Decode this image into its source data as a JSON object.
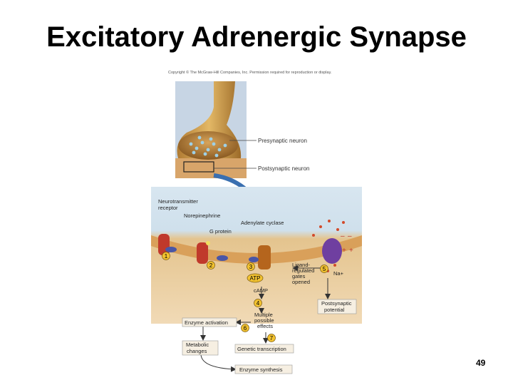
{
  "slide": {
    "title": "Excitatory Adrenergic Synapse",
    "page_number": "49"
  },
  "figure": {
    "copyright": "Copyright © The McGraw-Hill Companies, Inc. Permission required for reproduction or display.",
    "inset_labels": {
      "presynaptic": "Presynaptic neuron",
      "postsynaptic": "Postsynaptic neuron"
    },
    "labels": {
      "nt_receptor_1": "Neurotransmitter",
      "nt_receptor_2": "receptor",
      "norepinephrine": "Norepinephrine",
      "g_protein": "G protein",
      "adenylate_cyclase": "Adenylate cyclase",
      "atp": "ATP",
      "camp": "cAMP",
      "ligand_1": "Ligand-",
      "ligand_2": "regulated",
      "ligand_3": "gates",
      "ligand_4": "opened",
      "na": "Na+",
      "multiple_1": "Multiple",
      "multiple_2": "possible",
      "multiple_3": "effects",
      "psp_1": "Postsynaptic",
      "psp_2": "potential",
      "enzyme_activation": "Enzyme activation",
      "metabolic_1": "Metabolic",
      "metabolic_2": "changes",
      "genetic": "Genetic transcription",
      "enzyme_synthesis": "Enzyme synthesis"
    },
    "steps": [
      "1",
      "2",
      "3",
      "4",
      "5",
      "6",
      "7"
    ],
    "charges": {
      "minus": "–",
      "plus": "+"
    }
  },
  "colors": {
    "cytoplasm": "#e8c08c",
    "membrane": "#d9a05a",
    "extracellular": "#cfe0ee",
    "receptor": "#c0392b",
    "g_protein": "#4a56a6",
    "channel": "#6f3fa0",
    "step_circle": "#f2c230",
    "arrow_blue": "#3a6fb0"
  }
}
